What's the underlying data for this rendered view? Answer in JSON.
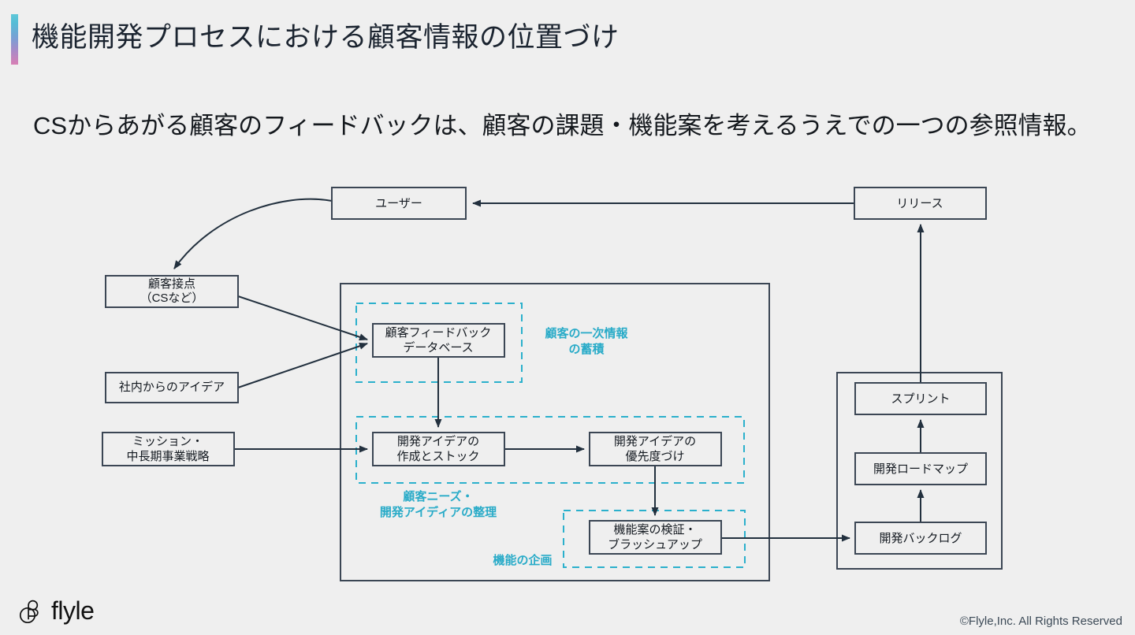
{
  "slide": {
    "title": "機能開発プロセスにおける顧客情報の位置づけ",
    "subtitle": "CSからあがる顧客のフィードバックは、顧客の課題・機能案を考えるうえでの一つの参照情報。",
    "background_color": "#efefef",
    "accent_gradient": [
      "#5ec8d8",
      "#7a9fd4",
      "#d87fb4"
    ],
    "box_border_color": "#3b4654",
    "dashed_group_color": "#2bb0cc",
    "arrow_color": "#22303e"
  },
  "diagram": {
    "nodes": [
      {
        "id": "user",
        "label_line1": "ユーザー",
        "label_line2": ""
      },
      {
        "id": "release",
        "label_line1": "リリース",
        "label_line2": ""
      },
      {
        "id": "touchpoint",
        "label_line1": "顧客接点",
        "label_line2": "（CSなど）"
      },
      {
        "id": "internal",
        "label_line1": "社内からのアイデア",
        "label_line2": ""
      },
      {
        "id": "mission",
        "label_line1": "ミッション・",
        "label_line2": "中長期事業戦略"
      },
      {
        "id": "database",
        "label_line1": "顧客フィードバック",
        "label_line2": "データベース"
      },
      {
        "id": "ideacreate",
        "label_line1": "開発アイデアの",
        "label_line2": "作成とストック"
      },
      {
        "id": "idearank",
        "label_line1": "開発アイデアの",
        "label_line2": "優先度づけ"
      },
      {
        "id": "validate",
        "label_line1": "機能案の検証・",
        "label_line2": "ブラッシュアップ"
      },
      {
        "id": "sprint",
        "label_line1": "スプリント",
        "label_line2": ""
      },
      {
        "id": "roadmap",
        "label_line1": "開発ロードマップ",
        "label_line2": ""
      },
      {
        "id": "backlog",
        "label_line1": "開発バックログ",
        "label_line2": ""
      }
    ],
    "group_labels": [
      {
        "id": "g1",
        "line1": "顧客の一次情報",
        "line2": "の蓄積"
      },
      {
        "id": "g2",
        "line1": "顧客ニーズ・",
        "line2": "開発アイディアの整理"
      },
      {
        "id": "g3",
        "line1": "機能の企画",
        "line2": ""
      }
    ]
  },
  "footer": {
    "logo_text": "flyle",
    "copyright": "©Flyle,Inc. All Rights Reserved"
  }
}
